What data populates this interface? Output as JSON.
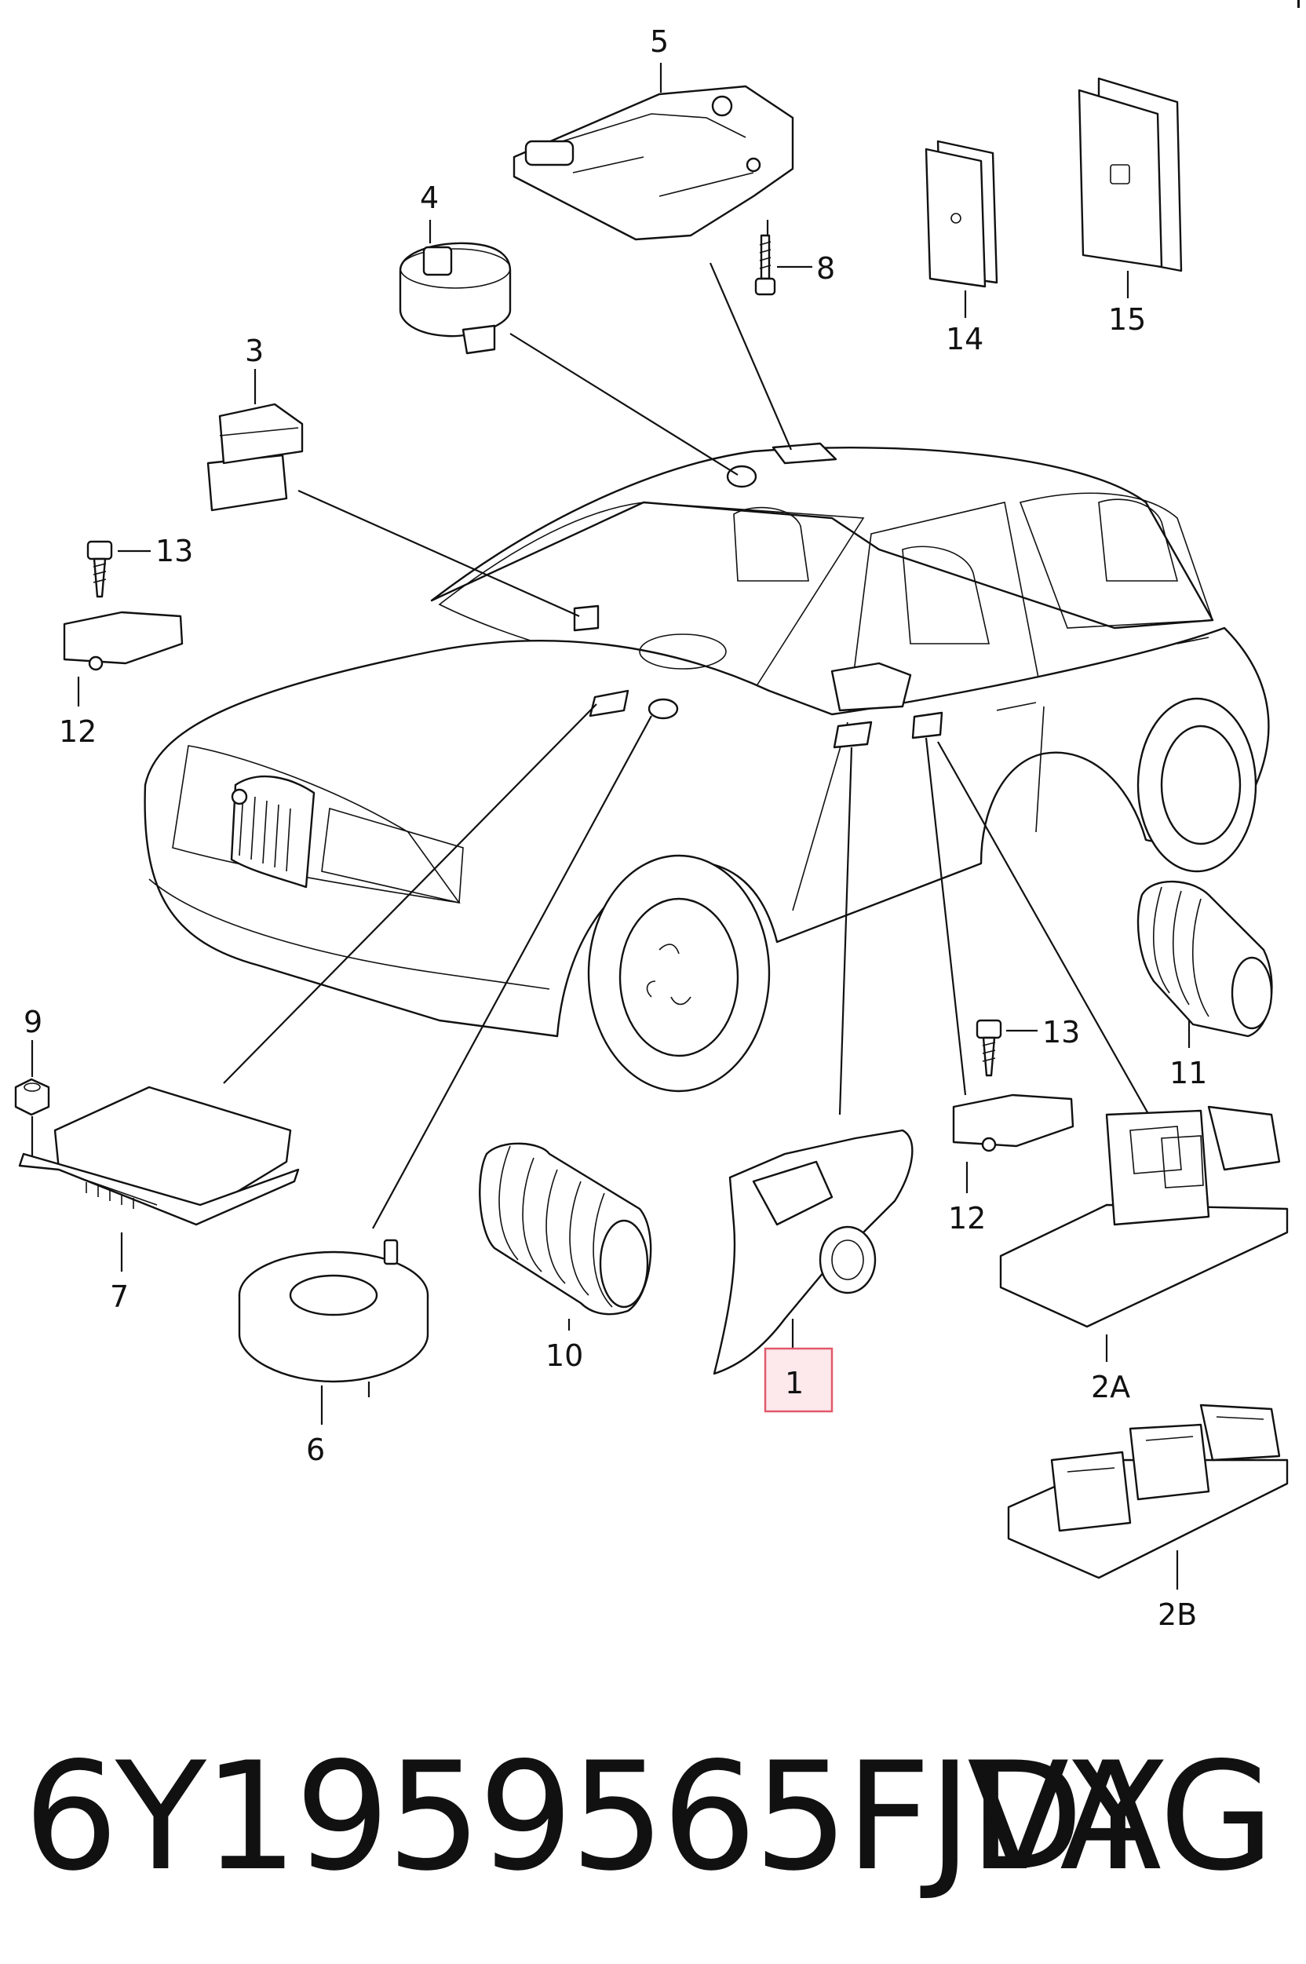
{
  "callouts": {
    "c1": "1",
    "c2A": "2A",
    "c2B": "2B",
    "c3": "3",
    "c4": "4",
    "c5": "5",
    "c6": "6",
    "c7": "7",
    "c8": "8",
    "c9": "9",
    "c10": "10",
    "c11": "11",
    "c12a": "12",
    "c12b": "12",
    "c13a": "13",
    "c13b": "13",
    "c14": "14",
    "c15": "15"
  },
  "footer": {
    "part_number": "6Y1959565FJDY",
    "brand": "VAG"
  },
  "colors": {
    "line": "#111111",
    "highlight_box": "#e05a6a",
    "highlight_fill": "#fde8ec",
    "background": "#ffffff"
  }
}
